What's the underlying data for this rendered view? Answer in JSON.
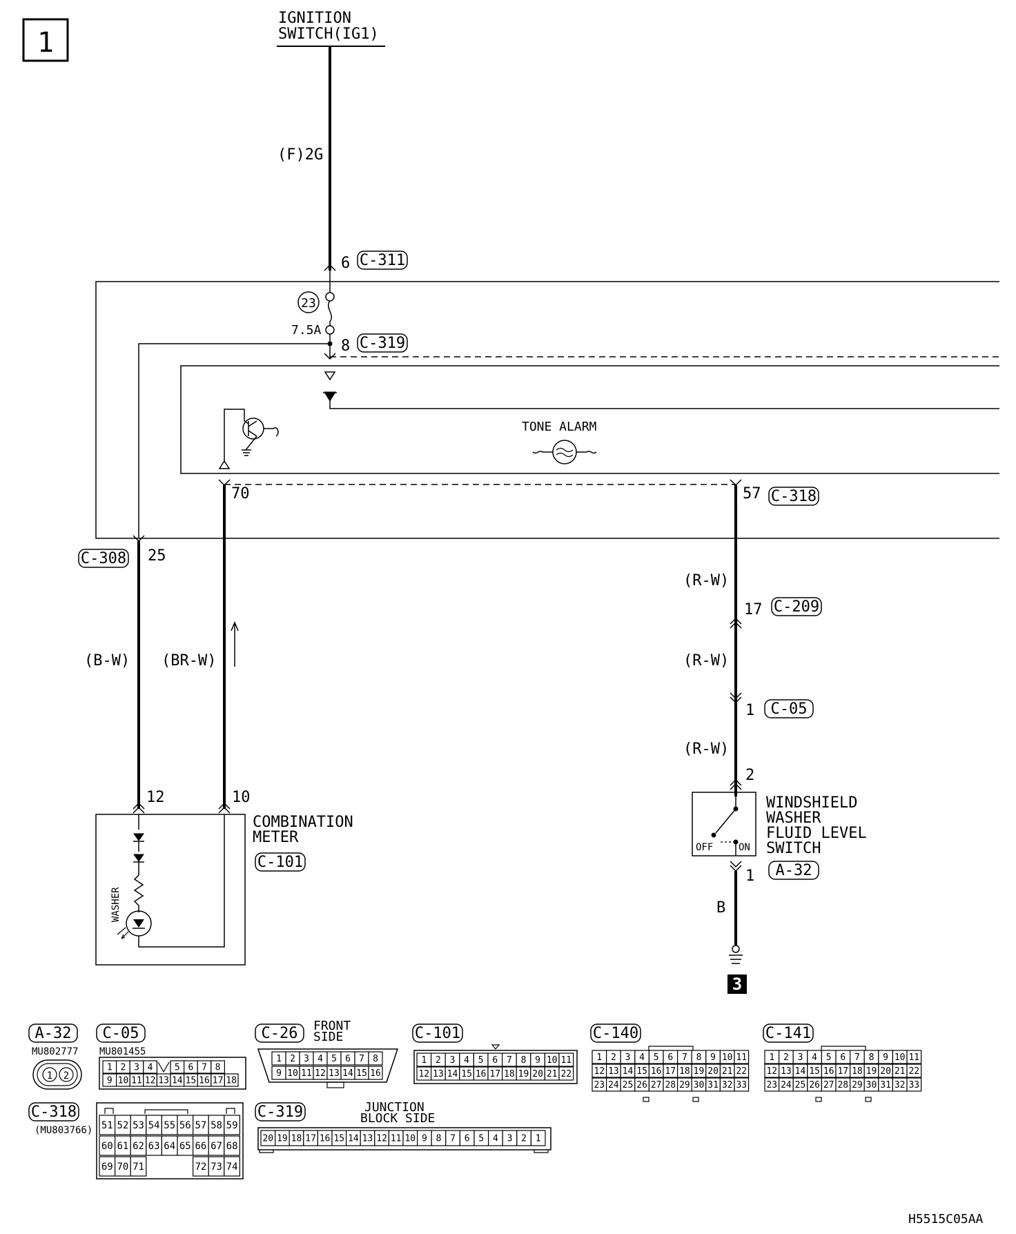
{
  "page_number": "1",
  "doc_code": "H5515C05AA",
  "ignition": {
    "line1": "IGNITION",
    "line2": "SWITCH(IG1)"
  },
  "wires": {
    "f2g": "(F)2G",
    "bw": "(B-W)",
    "brw": "(BR-W)",
    "rw1": "(R-W)",
    "rw2": "(R-W)",
    "rw3": "(R-W)",
    "b": "B"
  },
  "pins": {
    "p6": "6",
    "p8": "8",
    "p70": "70",
    "p57": "57",
    "p25": "25",
    "p17": "17",
    "p1a": "1",
    "p2": "2",
    "p1b": "1",
    "p12": "12",
    "p10": "10"
  },
  "connector_refs": {
    "c311": "C-311",
    "c319": "C-319",
    "c318": "C-318",
    "c308": "C-308",
    "c209": "C-209",
    "c05": "C-05",
    "c101": "C-101",
    "a32": "A-32"
  },
  "fuse": {
    "number": "23",
    "rating": "7.5A"
  },
  "tone_alarm": "TONE ALARM",
  "combination_meter": {
    "line1": "COMBINATION",
    "line2": "METER",
    "ref": "C-101",
    "lamp": "WASHER"
  },
  "washer_switch": {
    "line1": "WINDSHIELD",
    "line2": "WASHER",
    "line3": "FLUID LEVEL",
    "line4": "SWITCH",
    "off": "OFF",
    "on": "ON",
    "ref": "A-32"
  },
  "ground_number": "3",
  "connectors": {
    "a32": {
      "name": "A-32",
      "part": "MU802777",
      "pins": [
        "1",
        "2"
      ]
    },
    "c05": {
      "name": "C-05",
      "part": "MU801455",
      "row1": [
        "1",
        "2",
        "3",
        "4",
        "",
        "5",
        "6",
        "7",
        "8"
      ],
      "row2": [
        "9",
        "10",
        "11",
        "12",
        "13",
        "14",
        "15",
        "16",
        "17",
        "18"
      ]
    },
    "c26": {
      "name": "C-26",
      "note1": "FRONT",
      "note2": "SIDE",
      "row1": [
        "1",
        "2",
        "3",
        "4",
        "5",
        "6",
        "7",
        "8"
      ],
      "row2": [
        "9",
        "10",
        "11",
        "12",
        "13",
        "14",
        "15",
        "16"
      ]
    },
    "c101": {
      "name": "C-101",
      "row1": [
        "1",
        "2",
        "3",
        "4",
        "5",
        "6",
        "7",
        "8",
        "9",
        "10",
        "11"
      ],
      "row2": [
        "12",
        "13",
        "14",
        "15",
        "16",
        "17",
        "18",
        "19",
        "20",
        "21",
        "22"
      ]
    },
    "c140": {
      "name": "C-140",
      "row1": [
        "1",
        "2",
        "3",
        "4",
        "5",
        "6",
        "7",
        "8",
        "9",
        "10",
        "11"
      ],
      "row2": [
        "12",
        "13",
        "14",
        "15",
        "16",
        "17",
        "18",
        "19",
        "20",
        "21",
        "22"
      ],
      "row3": [
        "23",
        "24",
        "25",
        "26",
        "27",
        "28",
        "29",
        "30",
        "31",
        "32",
        "33"
      ]
    },
    "c141": {
      "name": "C-141",
      "row1": [
        "1",
        "2",
        "3",
        "4",
        "5",
        "6",
        "7",
        "8",
        "9",
        "10",
        "11"
      ],
      "row2": [
        "12",
        "13",
        "14",
        "15",
        "16",
        "17",
        "18",
        "19",
        "20",
        "21",
        "22"
      ],
      "row3": [
        "23",
        "24",
        "25",
        "26",
        "27",
        "28",
        "29",
        "30",
        "31",
        "32",
        "33"
      ]
    },
    "c318": {
      "name": "C-318",
      "part": "(MU803766)",
      "row1": [
        "51",
        "52",
        "53",
        "54",
        "55",
        "56",
        "57",
        "58",
        "59"
      ],
      "row2": [
        "60",
        "61",
        "62",
        "63",
        "64",
        "65",
        "66",
        "67",
        "68"
      ],
      "row3": [
        "69",
        "70",
        "71",
        "",
        "",
        "",
        "72",
        "73",
        "74"
      ]
    },
    "c319": {
      "name": "C-319",
      "note1": "JUNCTION",
      "note2": "BLOCK SIDE",
      "pins": [
        "20",
        "19",
        "18",
        "17",
        "16",
        "15",
        "14",
        "13",
        "12",
        "11",
        "10",
        "9",
        "8",
        "7",
        "6",
        "5",
        "4",
        "3",
        "2",
        "1"
      ]
    }
  }
}
